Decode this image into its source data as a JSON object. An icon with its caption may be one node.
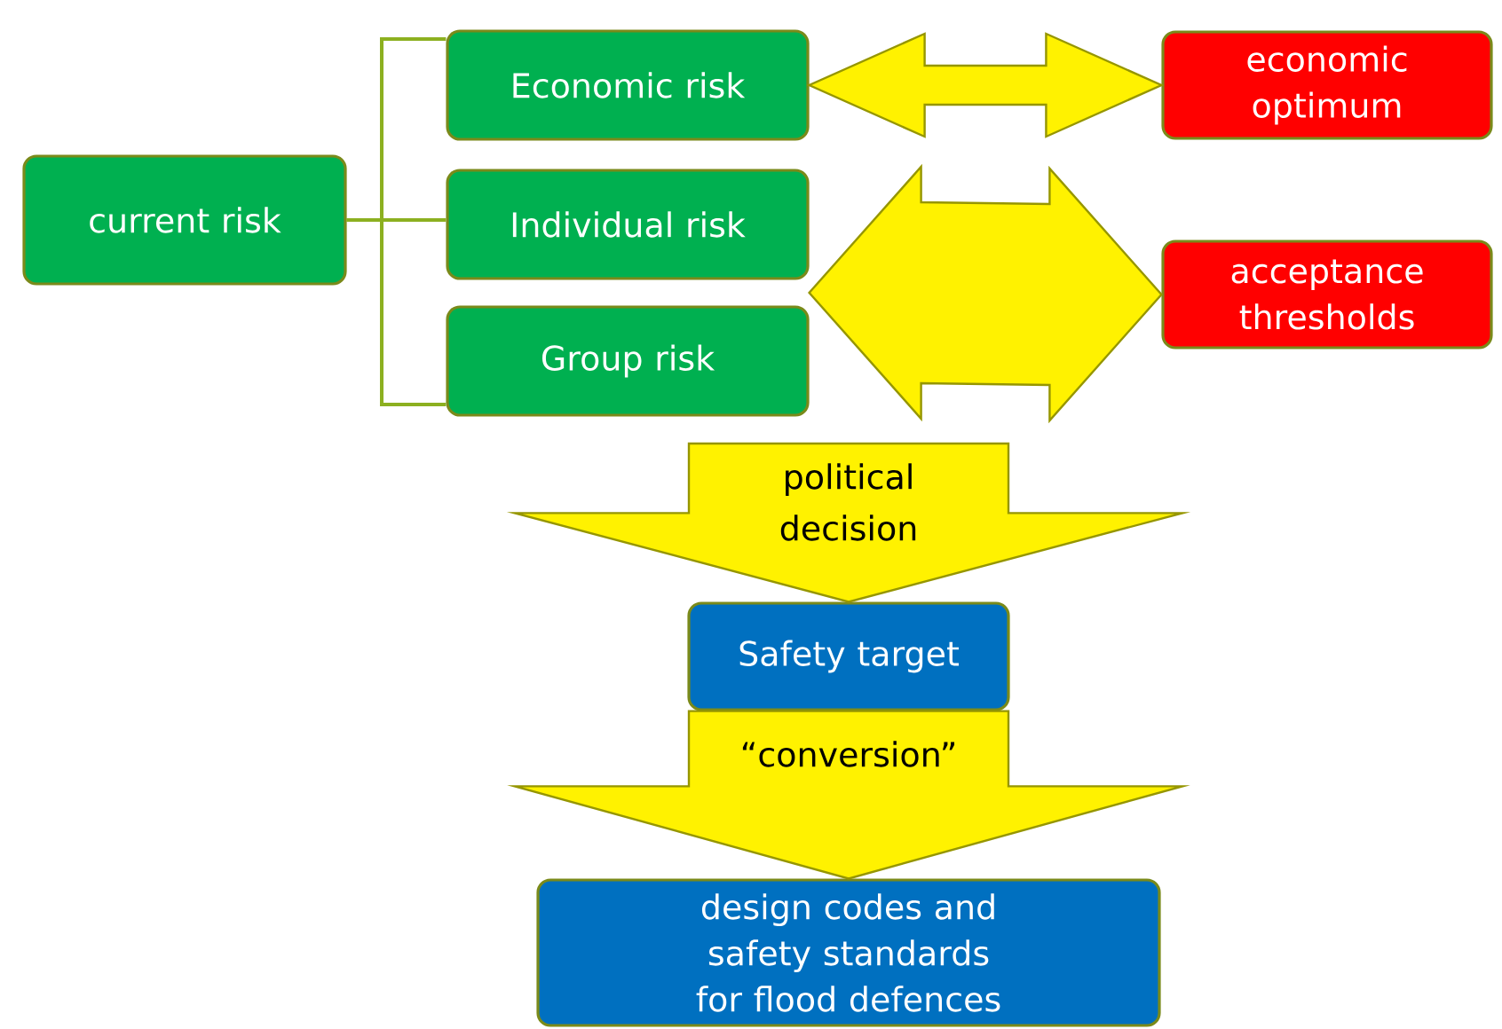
{
  "diagram": {
    "nodes": [
      {
        "text": [
          "current risk"
        ]
      },
      {
        "text": [
          "Economic risk"
        ]
      },
      {
        "text": [
          "Individual risk"
        ]
      },
      {
        "text": [
          "Group risk"
        ]
      },
      {
        "text": [
          "economic optimum"
        ]
      },
      {
        "text": [
          "acceptance thresholds"
        ]
      },
      {
        "text": [
          "Safety target"
        ]
      },
      {
        "text": [
          "design codes and safety standards for flood defences"
        ]
      }
    ],
    "edges": [
      {
        "from": 0,
        "to": 1,
        "arrow": "none"
      },
      {
        "from": 0,
        "to": 2,
        "arrow": "none"
      },
      {
        "from": 0,
        "to": 3,
        "arrow": "none"
      },
      {
        "from": 1,
        "to": 4,
        "arrow": "both"
      },
      {
        "from": 2,
        "to": 5,
        "arrow": "both"
      },
      {
        "from": 3,
        "to": 5,
        "arrow": "both"
      },
      {
        "from": null,
        "to": 6,
        "arrow": "to",
        "label": "political decision"
      },
      {
        "from": 6,
        "to": 7,
        "arrow": "to",
        "label": "“conversion”"
      }
    ]
  }
}
